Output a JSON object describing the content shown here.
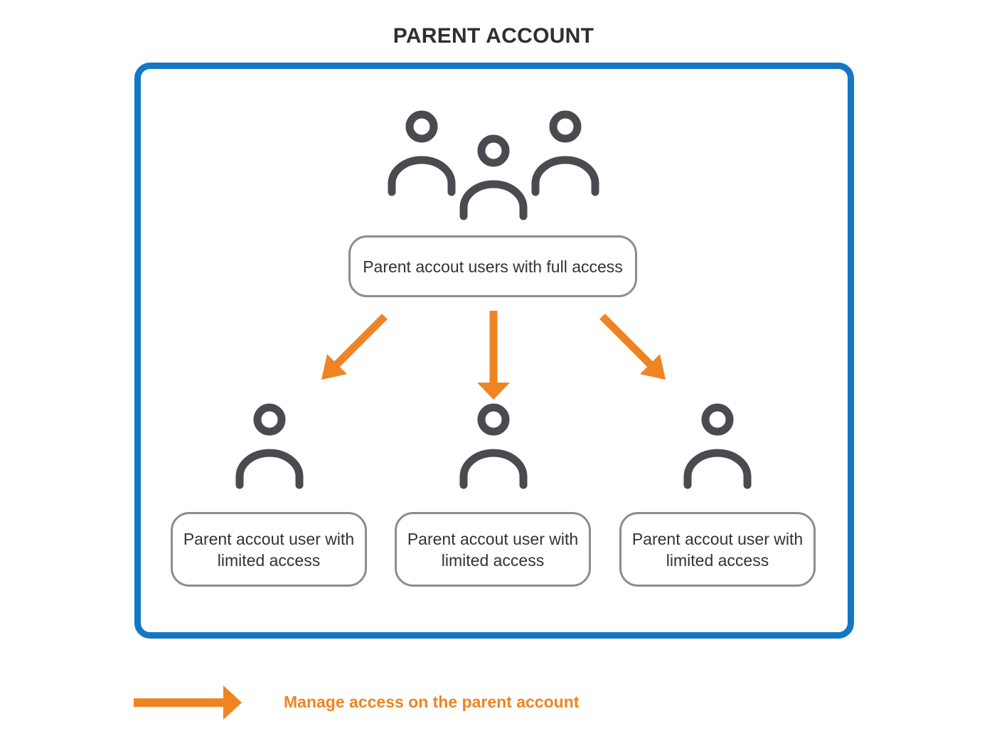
{
  "title": "PARENT ACCOUNT",
  "top_node": {
    "label": "Parent accout users with full access",
    "icon": "user-group-icon"
  },
  "children": [
    {
      "label": "Parent accout user with limited access",
      "icon": "user-icon"
    },
    {
      "label": "Parent accout user with limited access",
      "icon": "user-icon"
    },
    {
      "label": "Parent accout user with limited access",
      "icon": "user-icon"
    }
  ],
  "legend": {
    "label": "Manage access on the parent account",
    "icon": "arrow-right-icon"
  },
  "colors": {
    "frame": "#1477c3",
    "arrow": "#ef8422",
    "icon": "#4a4a50",
    "box_border": "#8c8c92"
  }
}
